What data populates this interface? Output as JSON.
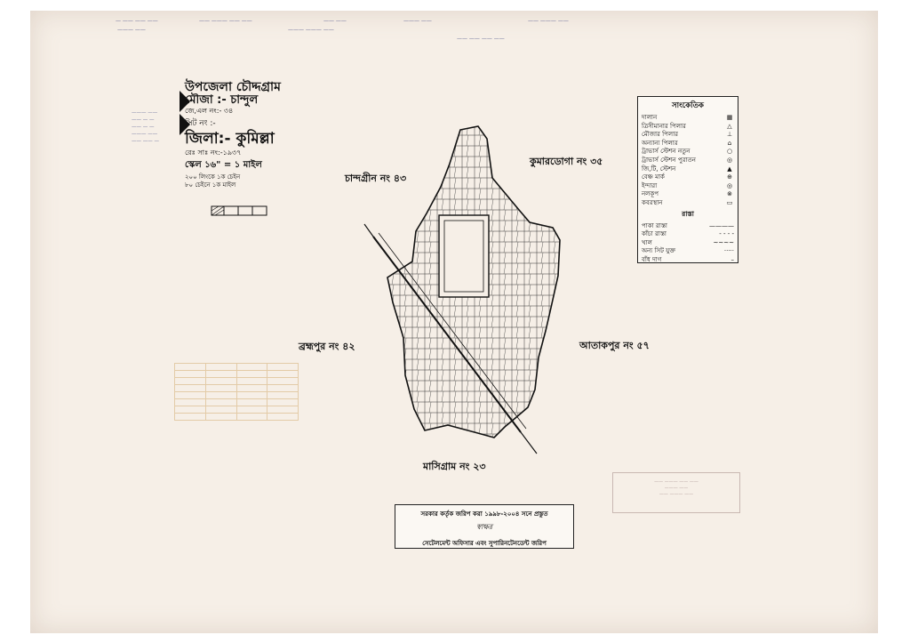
{
  "title_block": {
    "upazila": "উপজেলা চৌদ্দগ্রাম",
    "mouza": "মৌজা :- চান্দুল",
    "jl_no": "জে,এল নং:- ৩৪",
    "sheet_no": "সিট নং :-",
    "zila": "জিলা:- কুমিল্লা",
    "reg_no": "রেঃ সাঃ নং:-১৯৩৭",
    "scale": "স্কেল ১৬\" = ১ মাইল",
    "scale_note1": "২০০ লিংকে ১ক চেইন",
    "scale_note2": "৮০ চেইনে ১ক মাইল"
  },
  "neighbors": {
    "north": "কুমারডোগা নং ৩৫",
    "northwest": "চান্দগ্রীন নং ৪৩",
    "west": "ব্রহ্মপুর নং ৪২",
    "east": "আতাকপুর নং ৫৭",
    "south": "মাসিগ্রাম নং ২৩"
  },
  "legend": {
    "heading": "সাংকেতিক",
    "items": [
      {
        "label": "দালান",
        "symbol": "▦"
      },
      {
        "label": "ত্রিসীমানার পিলার",
        "symbol": "△"
      },
      {
        "label": "মৌজার পিলার",
        "symbol": "⊥"
      },
      {
        "label": "অন্যান্য পিলার",
        "symbol": "⌂"
      },
      {
        "label": "ট্রাভার্স স্টেশন নতুন",
        "symbol": "○"
      },
      {
        "label": "ট্রাভার্স স্টেশন পুরাতন",
        "symbol": "◎"
      },
      {
        "label": "জি,টি, স্টেশন",
        "symbol": "▲"
      },
      {
        "label": "বেঞ্চ মার্ক",
        "symbol": "⊕"
      },
      {
        "label": "ইন্দারা",
        "symbol": "◎"
      },
      {
        "label": "নলকূপ",
        "symbol": "⊗"
      },
      {
        "label": "কবরস্থান",
        "symbol": "▭"
      }
    ],
    "sub_heading": "রাস্তা",
    "roads": [
      "পাকা রাস্তা",
      "কাঁচা রাস্তা",
      "খাল",
      "অন্য সিট যুক্ত",
      "বাঁধ দাগ"
    ]
  },
  "certificate": {
    "line1": "সরকার কর্তৃক জরিপ করা ১৯৯৮-২০০৪ সনে প্রস্তুত",
    "signature": "স্বাক্ষর",
    "line3": "সেটেলমেন্ট অফিসার এবং সুপারিনটেনডেন্ট জরিপ"
  },
  "colors": {
    "paper": "#f6efe7",
    "ink": "#111111",
    "faint_blue": "#6b6f9a",
    "faint_red": "#b9a7a2"
  }
}
